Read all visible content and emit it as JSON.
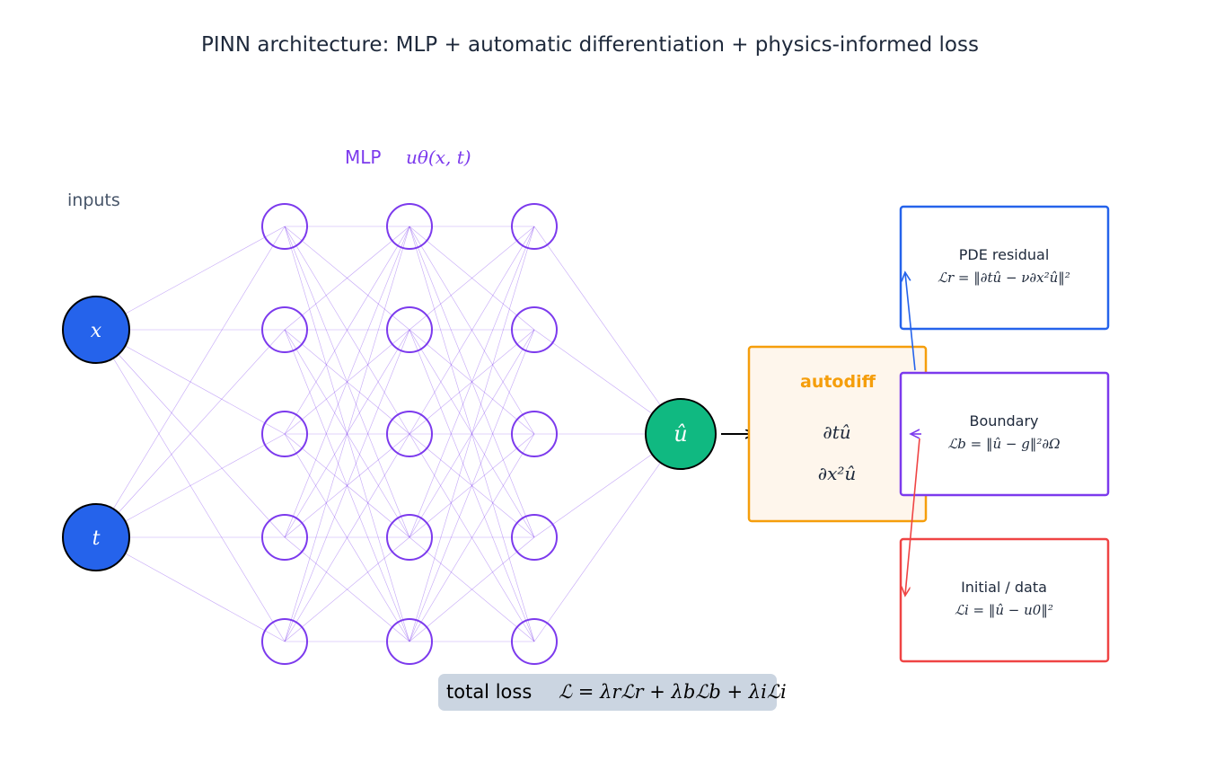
{
  "title": "PINN architecture: MLP + automatic differentiation + physics-informed loss",
  "colors": {
    "input": "#2563eb",
    "hidden": "#7c3aed",
    "output": "#10b981",
    "autodiff": "#f59e0b",
    "autodiff_fill": "#fef6ec",
    "pde": "#2563eb",
    "boundary": "#7c3aed",
    "initial": "#ef4444",
    "total_fill": "#cbd5e1",
    "title_text": "#1e293b",
    "label_text": "#475569"
  },
  "inputs": {
    "label": "inputs",
    "nodes": [
      "x",
      "t"
    ]
  },
  "mlp": {
    "label": "MLP",
    "function": "uθ(x, t)",
    "layers": 3,
    "neurons_per_layer": 5
  },
  "output": {
    "label": "û"
  },
  "autodiff": {
    "title": "autodiff",
    "lines": [
      "∂tû",
      "∂x²û"
    ]
  },
  "losses": [
    {
      "key": "pde",
      "title": "PDE residual",
      "formula": "ℒr = ‖∂tû − ν∂x²û‖²"
    },
    {
      "key": "boundary",
      "title": "Boundary",
      "formula": "ℒb = ‖û − g‖²∂Ω"
    },
    {
      "key": "initial",
      "title": "Initial / data",
      "formula": "ℒi = ‖û − u0‖²"
    }
  ],
  "total_loss": {
    "label": "total loss",
    "formula": "ℒ = λrℒr + λbℒb + λiℒi"
  }
}
